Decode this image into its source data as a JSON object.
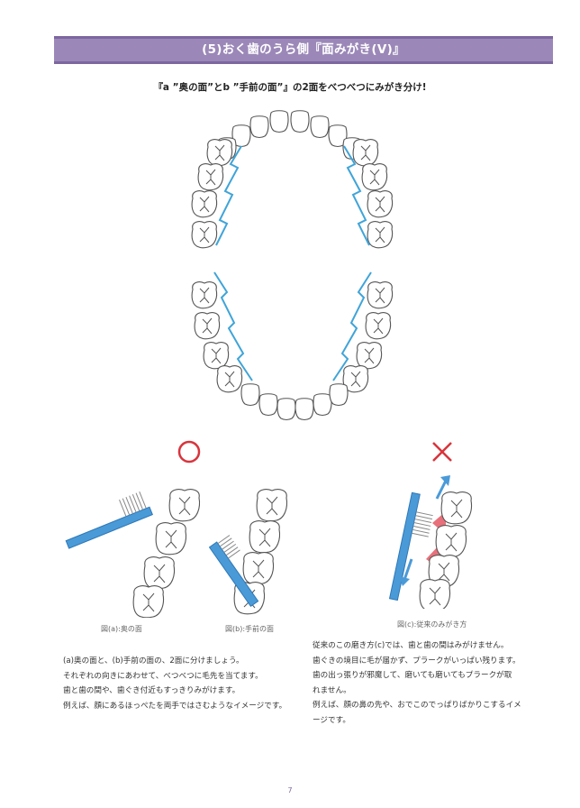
{
  "header": {
    "title": "(5)おく歯のうら側『面みがき(V)』",
    "accent_color": "#9b88b8"
  },
  "subtitle": "『a ”奥の面”とb ”手前の面”』の2面をべつべつにみがき分け!",
  "marks": {
    "good": "○",
    "bad": "×",
    "good_color": "#d9343c",
    "bad_color": "#d9343c"
  },
  "figures": {
    "a_caption": "図(a):奥の面",
    "b_caption": "図(b):手前の面",
    "c_caption": "図(c):従来のみがき方",
    "brush_color": "#4a9ad8",
    "plaque_color": "#e8707a"
  },
  "left_text": [
    "(a)奥の面と、(b)手前の面の、2面に分けましょう。",
    "それぞれの向きにあわせて、べつべつに毛先を当てます。",
    "歯と歯の間や、歯ぐき付近もすっきりみがけます。",
    "例えば、顔にあるほっぺたを両手ではさむようなイメージです。"
  ],
  "right_text": [
    "従来のこの磨き方(c)では、歯と歯の間はみがけません。",
    "歯ぐきの境目に毛が届かず、プラークがいっぱい残ります。",
    "歯の出っ張りが邪魔して、磨いても磨いてもプラークが取",
    "れません。",
    "例えば、顔の鼻の先や、おでこのでっぱりばかりこするイメ",
    "ージです。"
  ],
  "page_number": "7"
}
